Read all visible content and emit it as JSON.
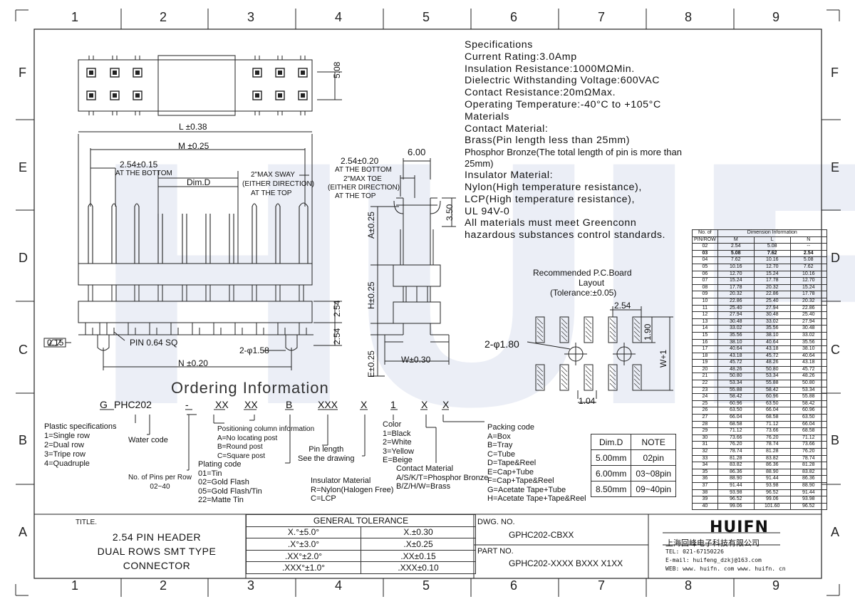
{
  "grid": {
    "columns": [
      "1",
      "2",
      "3",
      "4",
      "5",
      "6",
      "7",
      "8",
      "9"
    ],
    "rows": [
      "F",
      "E",
      "D",
      "C",
      "B",
      "A"
    ]
  },
  "specs": {
    "lines": [
      "Specifications",
      "Current Rating:3.0Amp",
      "Insulation Resistance:1000MΩMin.",
      "Dielectric Withstanding Voltage:600VAC",
      "Contact Resistance:20mΩMax.",
      "Operating Temperature:-40°C to +105°C",
      "Materials",
      "Contact Material:",
      "Brass(Pin length less than 25mm)"
    ],
    "phosphor": "Phosphor Bronze(The total length of pin is more than 25mm)",
    "lines2": [
      "Insulator Material:",
      "Nylon(High temperature resistance),",
      "LCP(High temperature resistance),",
      "UL 94V-0",
      "All materials must meet Greenconn",
      "hazardous substances control standards."
    ]
  },
  "drawing": {
    "dim_508": "5.08",
    "l_038": "L ±0.38",
    "m_025": "M ±0.25",
    "pitch": "2.54±0.15",
    "at_bottom": "AT THE BOTTOM",
    "dim_d": "Dim.D",
    "sway1": "2\"MAX SWAY",
    "sway2": "(EITHER DIRECTION)",
    "sway3": "AT THE TOP",
    "dim_254_a": "2.54",
    "dim_254_b": "2.54",
    "flatness": "0.15",
    "pin": "PIN 0.64 SQ",
    "phi158": "2-φ1.58",
    "n_020": "N ±0.20",
    "side_pitch": "2.54±0.20",
    "side_bottom": "AT THE BOTTOM",
    "toe1": "2\"MAX TOE",
    "toe2": "(EITHER DIRECTION)",
    "toe3": "AT THE TOP",
    "dim_600": "6.00",
    "dim_350": "3.50",
    "a_025": "A±0.25",
    "h_025": "H±0.25",
    "e_025": "E±0.25",
    "w_030": "W±0.30"
  },
  "pcb": {
    "title1": "Recommended P.C.Board",
    "title2": "Layout",
    "tol": "(Tolerance:±0.05)",
    "p254": "2.54",
    "phi180": "2-φ1.80",
    "d190": "1.90",
    "w1": "W+1",
    "d104": "1.04"
  },
  "ordering": {
    "title": "Ordering Information",
    "code": [
      "G",
      "PHC202",
      "-",
      "XX",
      "XX",
      "B",
      "XXX",
      "X",
      "1",
      "X",
      "X"
    ],
    "plastic_title": "Plastic specifications",
    "plastic": [
      "1=Single row",
      "2=Dual row",
      "3=Tripe row",
      "4=Quadruple"
    ],
    "water": "Water code",
    "pins_title": "No. of Pins per Row",
    "pins_range": "02~40",
    "plating_title": "Plating code",
    "plating": [
      "01=Tin",
      "02=Gold Flash",
      "05=Gold Flash/Tin",
      "22=Matte Tin"
    ],
    "positioning_title": "Positioning column information",
    "positioning": [
      "A=No locating post",
      "B=Round post",
      "C=Square post"
    ],
    "pin_length": [
      "Pin length",
      "See the drawing"
    ],
    "insulator_title": "Insulator Material",
    "insulator": [
      "R=Nylon(Halogen Free)",
      "C=LCP"
    ],
    "color_title": "Color",
    "color": [
      "1=Black",
      "2=White",
      "3=Yellow",
      "E=Beige"
    ],
    "contact_title": "Contact Material",
    "contact": [
      "A/S/K/T=Phosphor Bronze",
      "B/Z/H/W=Brass"
    ],
    "packing_title": "Packing code",
    "packing": [
      "A=Box",
      "B=Tray",
      "C=Tube",
      "D=Tape&Reel",
      "E=Cap+Tube",
      "F=Cap+Tape&Reel",
      "G=Acetate Tape+Tube",
      "H=Acetate Tape+Tape&Reel"
    ]
  },
  "note_table": {
    "header": [
      "Dim.D",
      "NOTE"
    ],
    "rows": [
      [
        "5.00mm",
        "02pin"
      ],
      [
        "6.00mm",
        "03~08pin"
      ],
      [
        "8.50mm",
        "09~40pin"
      ]
    ]
  },
  "dim_table": {
    "h1": "No. of",
    "h2": "PIN/ROW",
    "h3": "Dimension Information",
    "cols": [
      "M",
      "L",
      "N"
    ],
    "rows": [
      [
        "02",
        "2.54",
        "5.08",
        "--"
      ],
      [
        "03",
        "5.08",
        "7.62",
        "2.54"
      ],
      [
        "04",
        "7.62",
        "10.16",
        "5.08"
      ],
      [
        "05",
        "10.16",
        "12.70",
        "7.62"
      ],
      [
        "06",
        "12.70",
        "15.24",
        "10.16"
      ],
      [
        "07",
        "15.24",
        "17.78",
        "12.70"
      ],
      [
        "08",
        "17.78",
        "20.32",
        "15.24"
      ],
      [
        "09",
        "20.32",
        "22.86",
        "17.78"
      ],
      [
        "10",
        "22.86",
        "25.40",
        "20.32"
      ],
      [
        "11",
        "25.40",
        "27.94",
        "22.86"
      ],
      [
        "12",
        "27.94",
        "30.48",
        "25.40"
      ],
      [
        "13",
        "30.48",
        "33.02",
        "27.94"
      ],
      [
        "14",
        "33.02",
        "35.56",
        "30.48"
      ],
      [
        "15",
        "35.56",
        "38.10",
        "33.02"
      ],
      [
        "16",
        "38.10",
        "40.64",
        "35.56"
      ],
      [
        "17",
        "40.64",
        "43.18",
        "38.10"
      ],
      [
        "18",
        "43.18",
        "45.72",
        "40.64"
      ],
      [
        "19",
        "45.72",
        "48.26",
        "43.18"
      ],
      [
        "20",
        "48.26",
        "50.80",
        "45.72"
      ],
      [
        "21",
        "50.80",
        "53.34",
        "48.26"
      ],
      [
        "22",
        "53.34",
        "55.88",
        "50.80"
      ],
      [
        "23",
        "55.88",
        "58.42",
        "53.34"
      ],
      [
        "24",
        "58.42",
        "60.96",
        "55.88"
      ],
      [
        "25",
        "60.96",
        "63.50",
        "58.42"
      ],
      [
        "26",
        "63.50",
        "66.04",
        "60.96"
      ],
      [
        "27",
        "66.04",
        "68.58",
        "63.50"
      ],
      [
        "28",
        "68.58",
        "71.12",
        "66.04"
      ],
      [
        "29",
        "71.12",
        "73.66",
        "68.58"
      ],
      [
        "30",
        "73.66",
        "76.20",
        "71.12"
      ],
      [
        "31",
        "76.20",
        "78.74",
        "73.66"
      ],
      [
        "32",
        "78.74",
        "81.28",
        "76.20"
      ],
      [
        "33",
        "81.28",
        "83.82",
        "78.74"
      ],
      [
        "34",
        "83.82",
        "86.36",
        "81.28"
      ],
      [
        "35",
        "86.36",
        "88.90",
        "83.82"
      ],
      [
        "36",
        "88.90",
        "91.44",
        "86.36"
      ],
      [
        "37",
        "91.44",
        "93.98",
        "88.90"
      ],
      [
        "38",
        "93.98",
        "96.52",
        "91.44"
      ],
      [
        "39",
        "96.52",
        "99.06",
        "93.98"
      ],
      [
        "40",
        "99.06",
        "101.60",
        "96.52"
      ]
    ]
  },
  "title_block": {
    "title_label": "TITLE.",
    "title_lines": [
      "2.54 PIN HEADER",
      "DUAL ROWS SMT TYPE",
      "CONNECTOR"
    ],
    "tol_header": "GENERAL TOLERANCE",
    "tol_rows": [
      [
        "X.°±5.0°",
        "X.±0.30"
      ],
      [
        ".X°±3.0°",
        ".X±0.25"
      ],
      [
        ".XX°±2.0°",
        ".XX±0.15"
      ],
      [
        ".XXX°±1.0°",
        ".XXX±0.10"
      ]
    ],
    "dwg_label": "DWG. NO.",
    "dwg_value": "GPHC202-CBXX",
    "part_label": "PART NO.",
    "part_value": "GPHC202-XXXX BXXX X1XX",
    "logo": "HUIFN",
    "company": "上海回峰电子科技有限公司",
    "tel": "TEL: 021-67150226",
    "email": "E-mail: huifeng_dzkj@163.com",
    "web": "WEB: www. huifn. com  www. huifn. cn"
  }
}
